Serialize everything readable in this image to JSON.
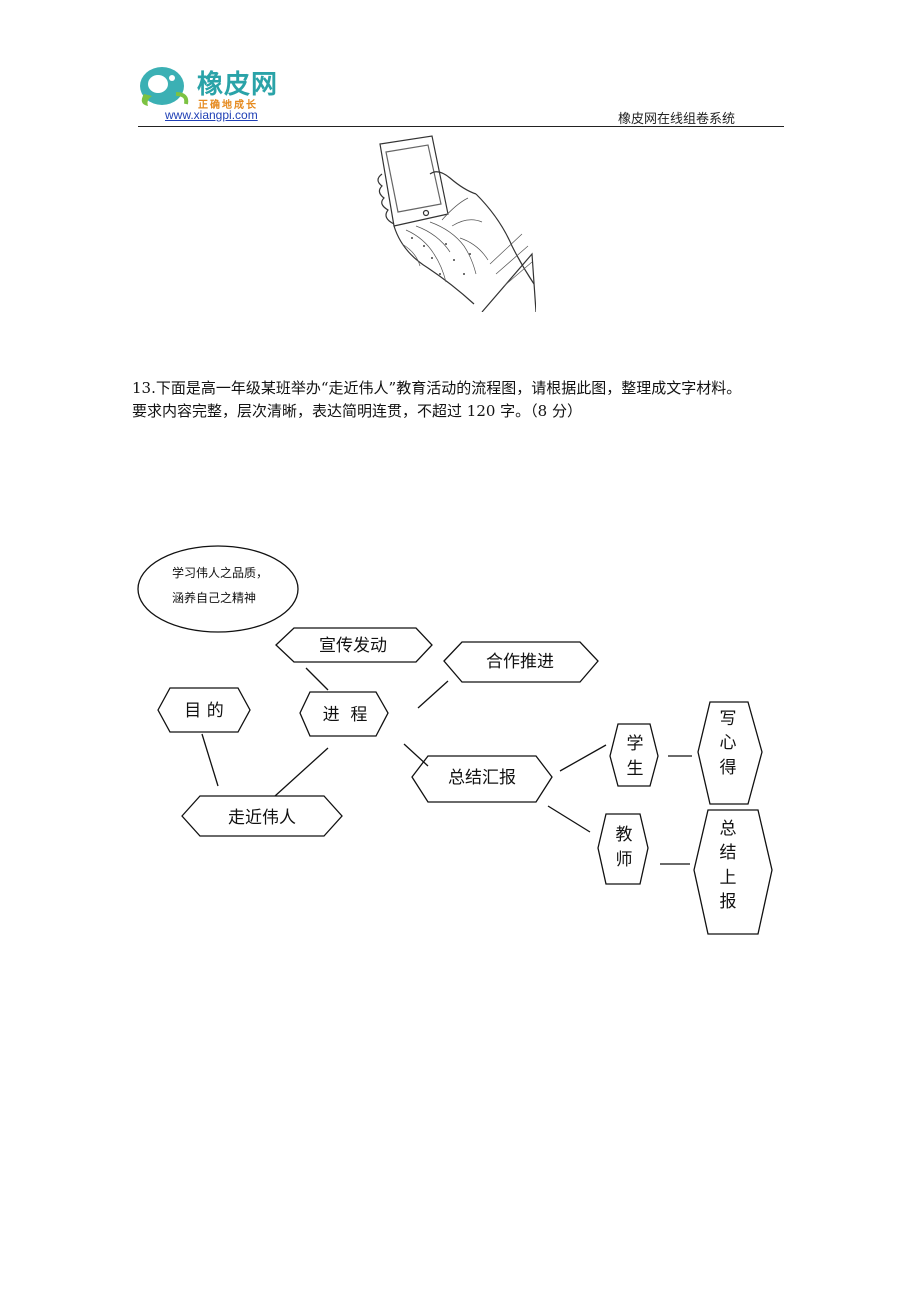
{
  "header": {
    "logo_title": "橡皮网",
    "logo_slogan": "正确地成长",
    "url": "www.xiangpi.com",
    "system_name": "橡皮网在线组卷系统"
  },
  "question": {
    "line1": "13.下面是高一年级某班举办“走近伟人”教育活动的流程图，请根据此图，整理成文字材料。",
    "line2": "要求内容完整，层次清晰，表达简明连贯，不超过 120 字。（8 分）"
  },
  "diagram": {
    "purpose_text_1": "学习伟人之品质，",
    "purpose_text_2": "涵养自己之精神",
    "purpose_label": "目 的",
    "center_label": "走近伟人",
    "process_label": "进  程",
    "step_publicize": "宣传发动",
    "step_cooperate": "合作推进",
    "step_summary": "总结汇报",
    "student": [
      "学",
      "生"
    ],
    "teacher": [
      "教",
      "师"
    ],
    "student_task": [
      "写",
      "心",
      "得"
    ],
    "teacher_task": [
      "总",
      "结",
      "上",
      "报"
    ]
  }
}
